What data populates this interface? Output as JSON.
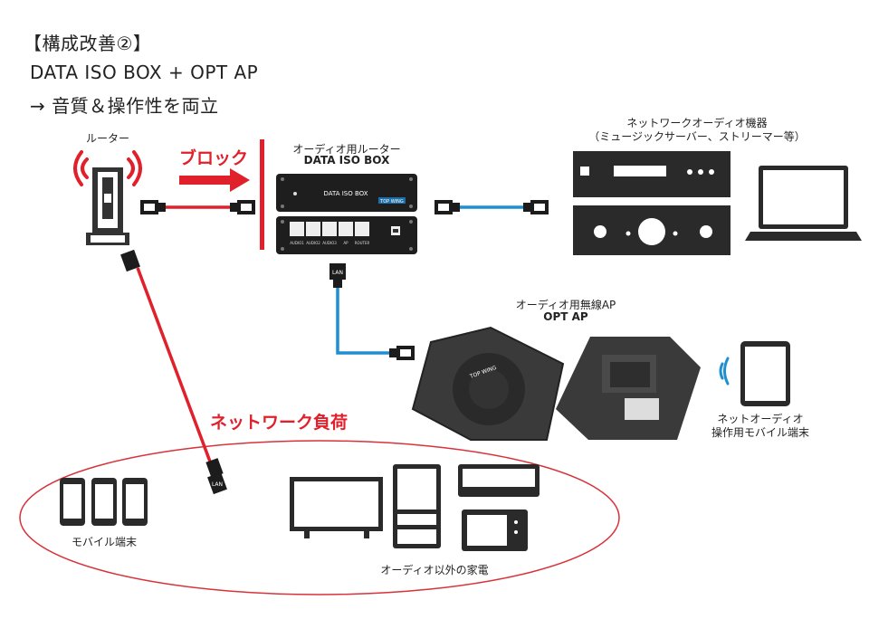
{
  "header": {
    "line1": "【構成改善②】",
    "line2": "DATA ISO BOX + OPT AP",
    "line3": "→ 音質＆操作性を両立"
  },
  "router": {
    "label": "ルーター"
  },
  "block": {
    "label": "ブロック"
  },
  "audio_router": {
    "label": "オーディオ用ルーター",
    "model": "DATA ISO BOX",
    "front_text": "DATA ISO BOX",
    "brand_text": "TOP WING",
    "ports": [
      "AUDIO1",
      "AUDIO2",
      "AUDIO3",
      "AP",
      "ROUTER"
    ]
  },
  "network_audio": {
    "label": "ネットワークオーディオ機器",
    "sublabel": "（ミュージックサーバー、ストリーマー等）"
  },
  "lan_text": "LAN",
  "wireless_ap": {
    "label": "オーディオ用無線AP",
    "model": "OPT AP",
    "brand_text": "TOP WING"
  },
  "mobile_control": {
    "line1": "ネットオーディオ",
    "line2": "操作用モバイル端末"
  },
  "network_load": {
    "label": "ネットワーク負荷"
  },
  "mobile_devices": {
    "label": "モバイル端末"
  },
  "appliances": {
    "label": "オーディオ以外の家電"
  },
  "colors": {
    "red": "#e0202a",
    "blue": "#1e8fd0",
    "dark": "#2a2a2a",
    "ellipse": "#d8323a"
  }
}
